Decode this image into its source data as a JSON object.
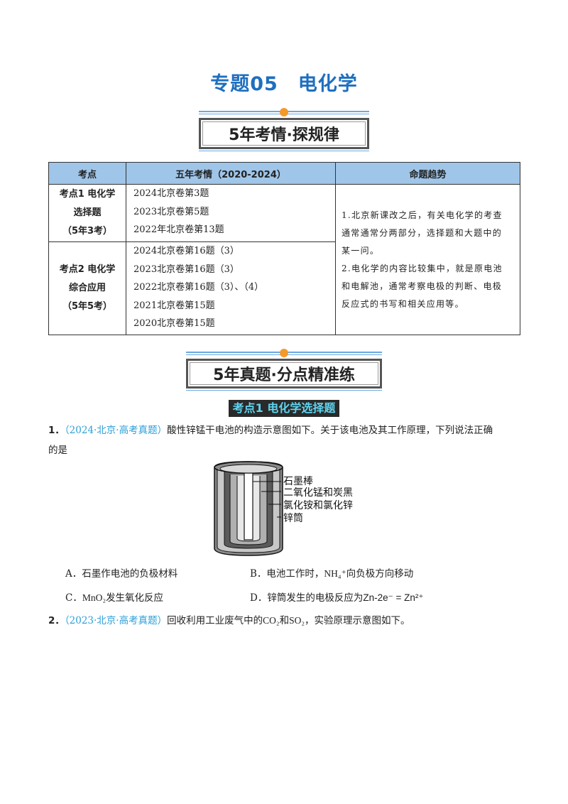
{
  "title": "专题05　电化学",
  "banner1": "5年考情·探规律",
  "banner2": "5年真题·分点精准练",
  "table": {
    "headers": [
      "考点",
      "五年考情（2020-2024）",
      "命题趋势"
    ],
    "rows": [
      {
        "point_lines": [
          "考点1 电化学",
          "选择题",
          "（5年3考）"
        ],
        "years": [
          "2024北京卷第3题",
          "2023北京卷第5题",
          "2022年北京卷第13题"
        ]
      },
      {
        "point_lines": [
          "考点2 电化学",
          "综合应用",
          "（5年5考）"
        ],
        "years": [
          "2024北京卷第16题（3）",
          "2023北京卷第16题（3）",
          "2022北京卷第16题（3）、（4）",
          "2021北京卷第15题",
          "2020北京卷第15题"
        ]
      }
    ],
    "trend_lines": [
      "1.北京新课改之后，有关电化学的考查",
      "通常通常分两部分，选择题和大题中的",
      "某一问。",
      "2.电化学的内容比较集中，就是原电池",
      "和电解池，通常考察电极的判断、电极",
      "反应式的书写和相关应用等。"
    ]
  },
  "section1": "考点1  电化学选择题",
  "q1": {
    "num": "1．",
    "source": "（2024·北京·高考真题）",
    "text_line1": "酸性锌锰干电池的构造示意图如下。关于该电池及其工作原理，下列说法正确",
    "text_line2": "的是",
    "figure_labels": [
      "石墨棒",
      "二氧化锰和炭黑",
      "氯化铵和氯化锌",
      "锌筒"
    ],
    "options": [
      {
        "letter": "A．",
        "text": "石墨作电池的负极材料"
      },
      {
        "letter": "B．",
        "pre": "电池工作时，",
        "formula": "NH₄⁺",
        "post": "向负极方向移动"
      },
      {
        "letter": "C．",
        "formula": "MnO₂",
        "post": "发生氧化反应"
      },
      {
        "letter": "D．",
        "pre": "锌筒发生的电极反应为",
        "formula": "Zn-2e⁻ = Zn²⁺"
      }
    ]
  },
  "q2": {
    "num": "2．",
    "source": "（2023·北京·高考真题）",
    "pre": "回收利用工业废气中的",
    "f1": "CO₂",
    "mid": "和",
    "f2": "SO₂",
    "post": "，实验原理示意图如下。"
  }
}
